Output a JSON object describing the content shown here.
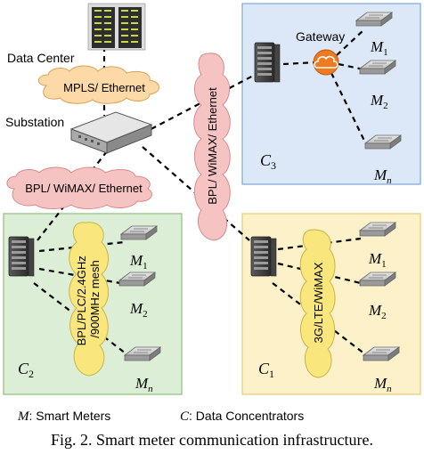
{
  "labels": {
    "data_center": "Data Center",
    "substation": "Substation",
    "gateway": "Gateway"
  },
  "clouds": {
    "mpls": "MPLS/ Ethernet",
    "bpl_low": "BPL/ WiMAX/ Ethernet",
    "bpl_vertical": "BPL/ WiMAX/ Ethernet",
    "plc_mesh_line1": "BPL/PLC/2.4GHz",
    "plc_mesh_line2": "/900MHz mesh",
    "cellular": "3G/LTE/WiMAX"
  },
  "clusters": {
    "c3": {
      "label": "C",
      "sub": "3",
      "meters": [
        [
          "M",
          "1"
        ],
        [
          "M",
          "2"
        ],
        [
          "M",
          "n"
        ]
      ]
    },
    "c2": {
      "label": "C",
      "sub": "2",
      "meters": [
        [
          "M",
          "1"
        ],
        [
          "M",
          "2"
        ],
        [
          "M",
          "n"
        ]
      ]
    },
    "c1": {
      "label": "C",
      "sub": "1",
      "meters": [
        [
          "M",
          "1"
        ],
        [
          "M",
          "2"
        ],
        [
          "M",
          "n"
        ]
      ]
    }
  },
  "legend": {
    "m_symbol": "M",
    "m_text": ": Smart Meters",
    "c_symbol": "C",
    "c_text": ": Data Concentrators"
  },
  "caption": "Fig. 2.  Smart meter communication infrastructure.",
  "colors": {
    "c3_bg": "#dce8f8",
    "c3_border": "#7da6d9",
    "c2_bg": "#dcefd6",
    "c2_border": "#8fbf80",
    "c1_bg": "#fdf1c9",
    "c1_border": "#e2cb7a",
    "cloud_orange": "#fcd9a6",
    "cloud_pink": "#f6c3c3",
    "cloud_yellow": "#f9e77d",
    "gateway_orange": "#f07a1f"
  },
  "icons": [
    "server-rack-icon",
    "router-icon",
    "smart-meter-icon",
    "cloud-gateway-icon"
  ]
}
